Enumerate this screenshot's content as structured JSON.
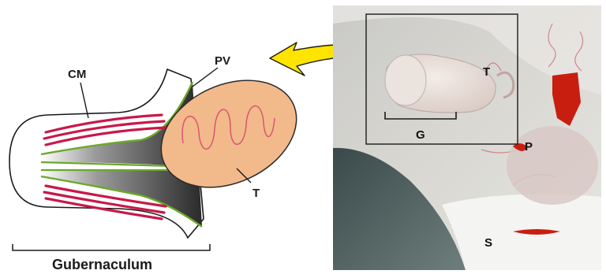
{
  "diagram": {
    "labels": {
      "cm": "CM",
      "pv": "PV",
      "t": "T",
      "gubernaculum": "Gubernaculum"
    }
  },
  "photo": {
    "labels": {
      "t": "T",
      "g": "G",
      "p": "P",
      "s": "S"
    }
  },
  "colors": {
    "muscle": "#c8184a",
    "testis_fill": "#f2b98a",
    "testis_outline": "#2a2a2a",
    "tubule": "#d85070",
    "pv_lining": "#6aa82a",
    "arrow": "#ffe400",
    "blood": "#c81e10"
  }
}
